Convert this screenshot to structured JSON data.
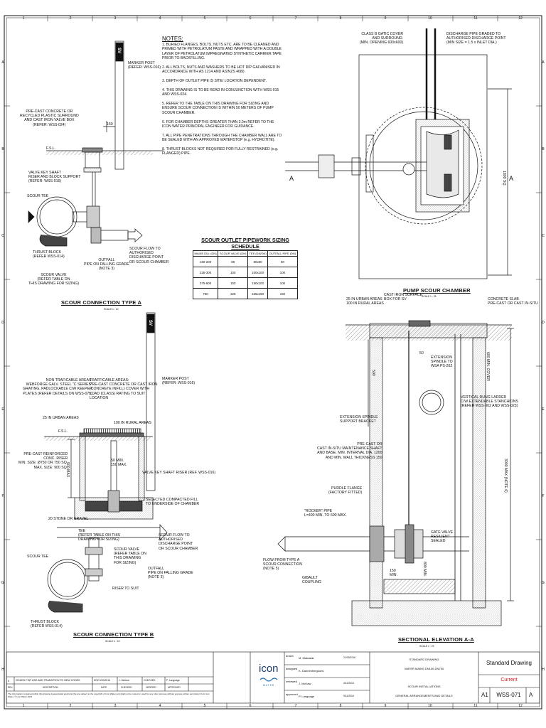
{
  "grid": {
    "columns": [
      "1",
      "2",
      "3",
      "4",
      "5",
      "6",
      "7",
      "8",
      "9",
      "10",
      "11",
      "12"
    ],
    "rows": [
      "A",
      "B",
      "C",
      "D",
      "E",
      "F",
      "G",
      "H"
    ]
  },
  "notes": {
    "heading": "NOTES:",
    "items": [
      "1. BURIED FLANGES, BOLTS, NUTS ETC. ARE TO BE CLEANED AND PRIMED WITH PETROLATUM PASTE AND WRAPPED WITH A DOUBLE LAYER OF PETROLATUM IMPREGNATED SYNTHETIC CARRIER TAPE PRIOR TO BACKFILLING.",
      "2. ALL BOLTS, NUTS AND WASHERS TO BE HOT DIP GALVANISED IN ACCORDANCE WITH AS 1214 AND AS/NZS 4680.",
      "3. DEPTH OF OUTLET PIPE IS SITE/ LOCATION DEPENDENT.",
      "4. THIS DRAWING IS TO BE READ IN-CONJUNCTION WITH WSS-016 AND WSS-024.",
      "5. REFER TO THE TABLE ON THIS DRAWING FOR SIZING AND ENSURE SCOUR CONNECTION IS WITHIN 50 METERS OF PUMP SCOUR CHAMBER.",
      "6. FOR CHAMBER DEPTHS GREATER THAN 3.0m REFER TO THE ICON WATER PRINCIPAL ENGINEER FOR GUIDANCE.",
      "7. ALL PIPE PENETRATIONS THROUGH THE CHAMBER WALL ARE TO BE SEALED WITH AN APPROVED WATERSTOP (e.g. HYDROTITE).",
      "8. THRUST BLOCKS NOT REQUIRED FOR FULLY RESTRAINED (e.g. FLANGED) PIPE."
    ]
  },
  "schedule": {
    "title": "SCOUR OUTLET PIPEWORK SIZING SCHEDULE",
    "headers": [
      "MAINS DIA. (DN)",
      "SCOUR VALVE (DN)",
      "TEE (DN/DN)",
      "OUTFALL PIPE (DN)"
    ],
    "rows": [
      [
        "150-200",
        "80",
        "80x80",
        "80"
      ],
      [
        "225-300",
        "100",
        "100x100",
        "100"
      ],
      [
        "375-600",
        "150",
        "150x100",
        "100"
      ],
      [
        "750",
        "225",
        "225x150",
        "150"
      ]
    ]
  },
  "typeA": {
    "title": "SCOUR CONNECTION TYPE A",
    "scale": "SCALE 1 : 10",
    "sv_marker": "SV",
    "dim_150": "150",
    "fsl": "F.S.L.",
    "labels": {
      "marker_post": "MARKER POST\n(REFER: WSS-016)",
      "precast": "PRE-CAST CONCRETE OR\nRECYCLED PLASTIC SURROUND\nAND CAST IRON VALVE BOX\n(REFER: WSS-024)",
      "valve_key": "VALVE KEY SHAFT\nRISER AND BLOCK SUPPORT\n(REFER: WSS-016)",
      "scour_tee": "SCOUR TEE",
      "thrust": "THRUST BLOCK\n(REFER WSS-014)",
      "scour_valve": "SCOUR VALVE\n(REFER TABLE ON\nTHIS DRAWING FOR SIZING)",
      "outfall": "OUTFALL\nPIPE ON FALLING GRADE\n(NOTE 3)",
      "scour_flow": "SCOUR FLOW TO\nAUTHORISED\nDISCHARGE POINT\nOR SCOUR CHAMBER"
    }
  },
  "typeB": {
    "title": "SCOUR CONNECTION TYPE B",
    "scale": "SCALE 1 : 10",
    "sv_marker": "SV",
    "fsl": "F.S.L.",
    "dim_900": "900 MAX.",
    "labels": {
      "non_traffic": "NON TRAFICABLE AREAS:\nWEBFORGE GALV. STEEL \"C SERIES\"\nGRATING, PADLOCKABLE C/W KEEPER\nPLATES (REFER DETAILS ON WSS-079)",
      "traffic": "TRAFFICABLE AREAS:\nPRE-CAST CONCRETE OR CAST IRON\n(CONCRETE INFILL) COVER WITH\nLOAD (CLASS) RATING TO SUIT\nLOCATION",
      "marker_post": "MARKER POST\n(REFER: WSS-016)",
      "urban": "25 IN URBAN AREAS",
      "rural": "100 IN RURAL AREAS",
      "riser": "PRE-CAST REINFORCED\nCONC. RISER\nMIN. SIZE: Ø750 OR 750 SQ.\nMAX. SIZE: 900 SQ.",
      "minmax": "50 MIN.\n150 MAX.",
      "vk_riser": "VALVE KEY SHAFT RISER (REF. WSS-016)",
      "selected_fill": "SELECTED COMPACTED FILL\nTO UNDERSIDE OF CHAMBER",
      "stone": "20 STONE OR GRAVEL",
      "tee": "TEE\n(REFER TABLE ON THIS\nDRAWING FOR SIZING)",
      "scour_valve": "SCOUR VALVE\n(REFER TABLE ON\nTHIS DRAWING\nFOR SIZING)",
      "scour_flow": "SCOUR FLOW TO\nAUTHORISED\nDISCHARGE POINT\nOR SCOUR CHAMBER",
      "outfall": "OUTFALL\nPIPE ON FALLING GRADE\n(NOTE 3)",
      "scour_tee": "SCOUR TEE",
      "riser_suit": "RISER TO SUIT",
      "thrust": "THRUST BLOCK\n(REFER WSS-014)"
    }
  },
  "pump": {
    "title": "PUMP SCOUR CHAMBER",
    "scale": "SCALE 1 : 25",
    "class_b": "CLASS B GATIC COVER\nAND SURROUND.\n(MIN. OPENING 600x600)",
    "discharge": "DISCHARGE PIPE GRADED TO\nAUTHORISED DISCHARGE POINT\n(MIN SIZE = 1.5 x INLET DIA.)",
    "dim": "1800 SQ.",
    "section_mark": "A"
  },
  "section": {
    "title": "SECTIONAL ELEVATION A-A",
    "scale": "SCALE 1 : 25",
    "labels": {
      "urban": "25 IN URBAN AREAS\n100 IN RURAL AREAS",
      "cast_iron": "CAST IRON SURFACE\nBOX FOR SV",
      "slab": "CONCRETE SLAB\nPRE-CAST OR CAST IN-SITU",
      "ext_spindle": "EXTENSION\nSPINDLE TO\nWSA PS-262",
      "ladder": "VERTICAL RUNG LADDER\nC/W EXTENDABLE STANCHIONS\n(REFER WSS-002 AND WSS-023)",
      "bracket": "EXTENSION SPINDLE\nSUPPORT BRACKET",
      "shaft": "PRE-CAST OR\nCAST IN-SITU MAINTENANCE SHAFT\nAND BASE. MIN. INTERNAL DIA. 1200\nAND MIN. WALL THICKNESS 150",
      "puddle": "PUDDLE FLANGE\n(FACTORY FITTED)",
      "rocker": "\"ROCKER\" PIPE\nL=400 MIN. TO 600 MAX.",
      "gate_valve": "GATE VALVE\nRESILIENT\nSEALED",
      "flow_from": "FLOW FROM TYPE A\nSCOUR CONNECTION\n(NOTE 5)",
      "gibault": "GIBAULT\nCOUPLING",
      "min150": "150\nMIN.",
      "d50": "50",
      "d500": "500",
      "d600": "600 MIN. COVER",
      "d3000": "3000 MAX (NOTE 6)",
      "d800": "800 MIN."
    }
  },
  "titleblock": {
    "revision_row": [
      "0",
      "ISSUED FOR USE AND TRANSITION TO NEW CODES",
      "DRZ 5/03/2016",
      "J. McKaw",
      "CHECKED",
      "P. Language"
    ],
    "rev_headers": [
      "REV.",
      "DESCRIPTION",
      "DATE",
      "CHECKED",
      "VERIFIED",
      "APPROVED"
    ],
    "copyright": "The information contained within this drawing & associated electronic file are subject to the copyright of Icon Water and shall not be copied or used for any other purpose without express written permission from Icon Water.   © Icon Water 2016",
    "people": [
      [
        "drawn",
        "M. Matusiak",
        "21/03/2016"
      ],
      [
        "designed",
        "K. Dannenbergsons",
        ""
      ],
      [
        "reviewed",
        "J. McKaw",
        "4/11/2016"
      ],
      [
        "approved",
        "P. Language",
        "9/11/2016"
      ]
    ],
    "logo": "icon",
    "logo_sub": "WATER",
    "desc1": "STANDARD DRAWING",
    "desc2": "WATER MAINS DN100-DN750",
    "desc3": "SCOUR INSTALLATIONS",
    "desc4": "GENERAL ARRANGEMENTS AND DETAILS",
    "std": "Standard Drawing",
    "status": "Current",
    "size": "A1",
    "number": "WSS-071",
    "rev": "A",
    "status_color": "#d11a1a"
  }
}
